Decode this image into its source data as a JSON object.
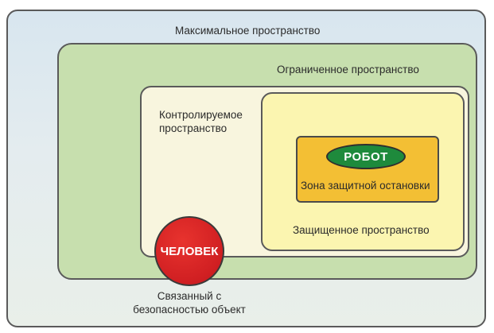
{
  "diagram": {
    "maximum_space_label": "Максимальное пространство",
    "restricted_space_label": "Ограниченное пространство",
    "controlled_space_label": [
      "Контролируемое",
      "пространство"
    ],
    "protected_space_label": "Защищенное пространство",
    "protective_stop_zone_label": "Зона защитной остановки",
    "robot_label": "РОБОТ",
    "human_label": "ЧЕЛОВЕК",
    "safety_object_label": [
      "Связанный с",
      "безопасностью объект"
    ],
    "colors": {
      "maximum_space": "#dfe9ee",
      "restricted_space": "#c7dfae",
      "controlled_space": "#f8f5de",
      "protected_space": "#fbf5b0",
      "stop_zone": "#f3bf34",
      "robot": "#1e8a3c",
      "human": "#d01f22"
    }
  }
}
